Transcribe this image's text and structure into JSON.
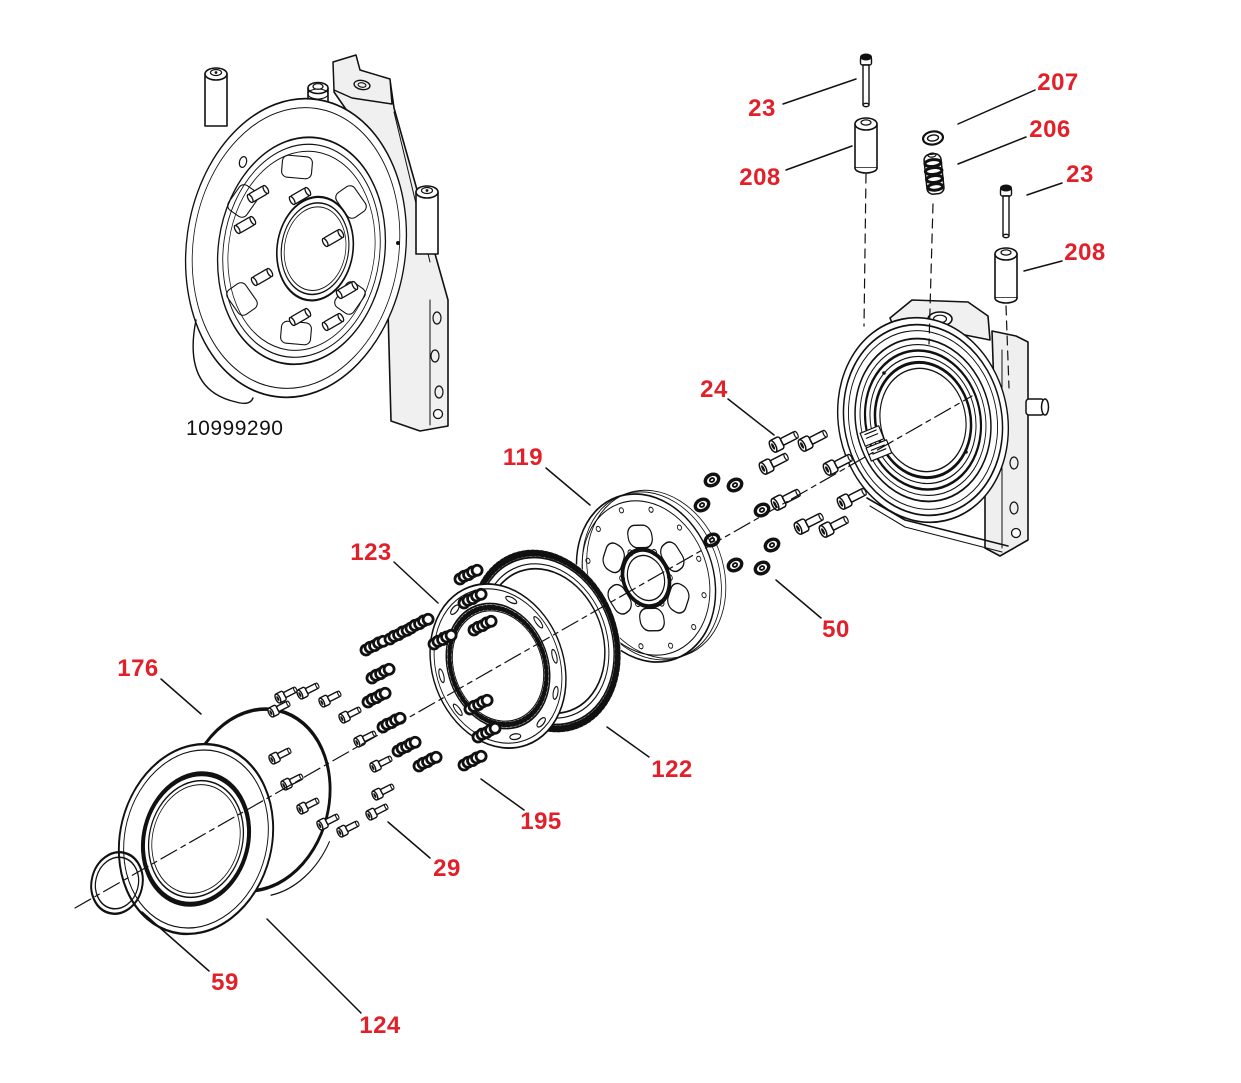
{
  "diagram": {
    "drawing_number": "10999290",
    "colors": {
      "callout_red": "#e2202a",
      "line_black": "#111111",
      "background": "#ffffff"
    },
    "callouts": [
      "23",
      "207",
      "208",
      "206",
      "23",
      "208",
      "24",
      "119",
      "50",
      "123",
      "122",
      "176",
      "195",
      "29",
      "59",
      "124"
    ]
  }
}
